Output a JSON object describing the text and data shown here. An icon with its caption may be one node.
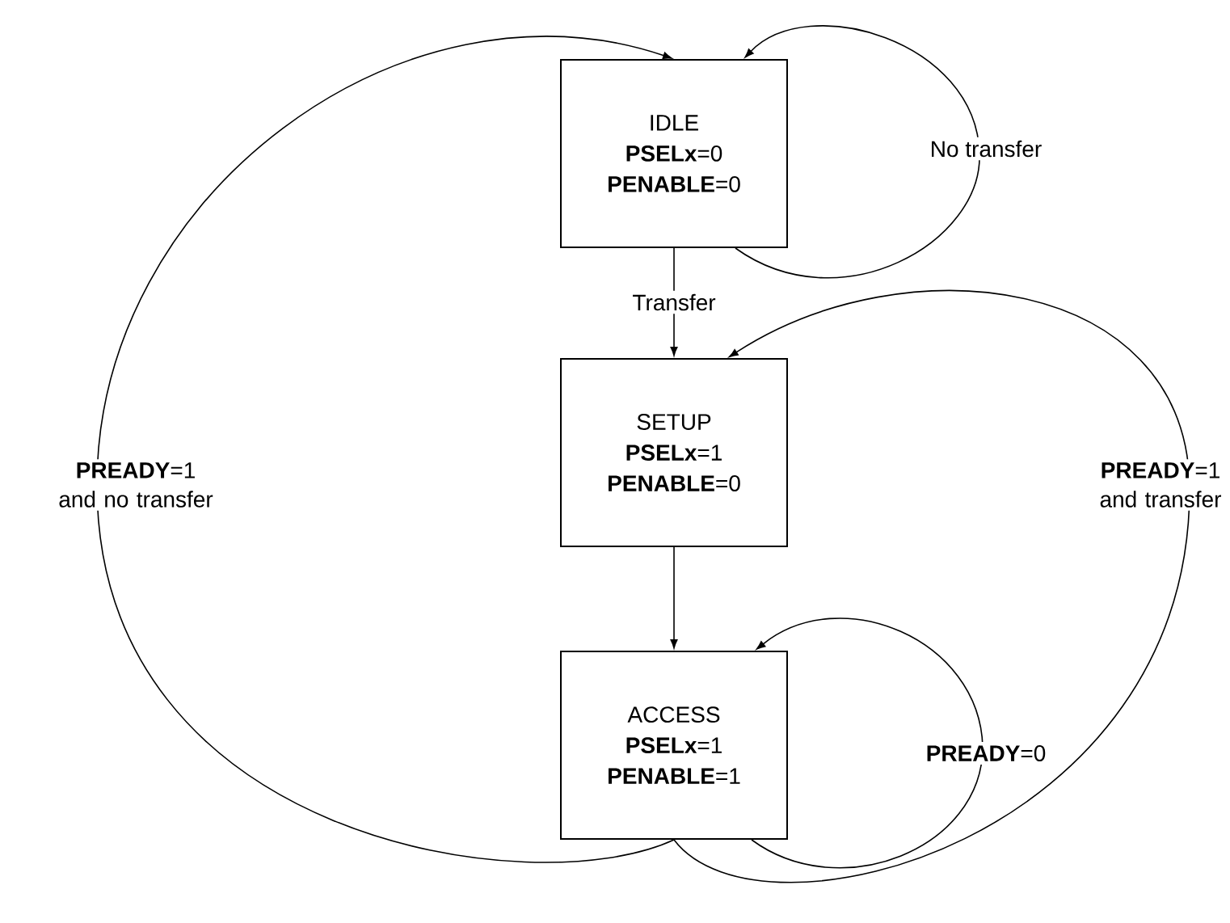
{
  "diagram": {
    "nodes": [
      {
        "text": [
          "IDLE",
          "**PSELx**=0",
          "**PENABLE**=0"
        ]
      },
      {
        "text": [
          "SETUP",
          "**PSELx**=1",
          "**PENABLE**=0"
        ]
      },
      {
        "text": [
          "ACCESS",
          "**PSELx**=1",
          "**PENABLE**=1"
        ]
      }
    ],
    "edges": [
      {
        "from": 0,
        "to": 0,
        "arrow": "to",
        "label": "No transfer"
      },
      {
        "from": 0,
        "to": 1,
        "arrow": "to",
        "label": "Transfer"
      },
      {
        "from": 1,
        "to": 2,
        "arrow": "to"
      },
      {
        "from": 2,
        "to": 2,
        "arrow": "to",
        "label": "**PREADY**=0"
      },
      {
        "from": 2,
        "to": 0,
        "arrow": "to",
        "label": "**PREADY**=1 and no transfer"
      },
      {
        "from": 2,
        "to": 1,
        "arrow": "to",
        "label": "**PREADY**=1 and transfer"
      }
    ]
  }
}
